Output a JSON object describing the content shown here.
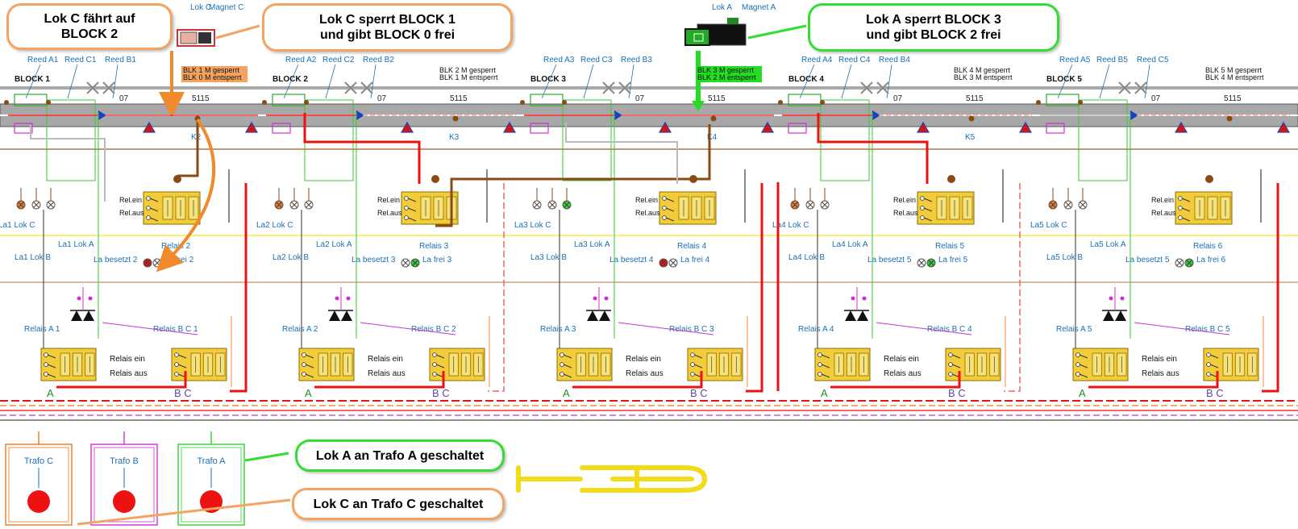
{
  "callouts": {
    "c1": {
      "line1": "Lok C fährt auf",
      "line2": "BLOCK 2"
    },
    "c2": {
      "line1": "Lok C sperrt  BLOCK 1",
      "line2": "und gibt  BLOCK 0 frei"
    },
    "c3": {
      "line1": "Lok A sperrt  BLOCK 3",
      "line2": "und gibt  BLOCK 2 frei"
    },
    "c4": {
      "text": "Lok A an Trafo A geschaltet"
    },
    "c5": {
      "text": "Lok C an Trafo C geschaltet"
    }
  },
  "top_labels": {
    "lok_c": "Lok C",
    "magnet_c": "Magnet C",
    "lok_a": "Lok A",
    "magnet_a": "Magnet A"
  },
  "blocks": [
    {
      "name": "BLOCK 1",
      "reeds": [
        "Reed A1",
        "Reed C1",
        "Reed B1"
      ],
      "status": [
        "BLK 1 M gesperrt",
        "BLK 0 M entsperrt"
      ],
      "status_style": "orange",
      "k": "K2",
      "la_lok": [
        "La1 Lok C",
        "La1 Lok B",
        "La1 Lok A"
      ],
      "relais": "Relais 2",
      "la_besetzt": "La besetzt 2",
      "la_frei": "La frei 2",
      "relais_a": "Relais A 1",
      "relais_bc": "Relais B C 1"
    },
    {
      "name": "BLOCK 2",
      "reeds": [
        "Reed A2",
        "Reed C2",
        "Reed B2"
      ],
      "status": [
        "BLK 2 M gesperrt",
        "BLK 1 M entsperrt"
      ],
      "status_style": "plain",
      "k": "K3",
      "la_lok": [
        "La2 Lok C",
        "La2 Lok B",
        "La2 Lok A"
      ],
      "relais": "Relais 3",
      "la_besetzt": "La besetzt 3",
      "la_frei": "La frei 3",
      "relais_a": "Relais A 2",
      "relais_bc": "Relais B C 2"
    },
    {
      "name": "BLOCK 3",
      "reeds": [
        "Reed A3",
        "Reed C3",
        "Reed B3"
      ],
      "status": [
        "BLK 3 M gesperrt",
        "BLK 2 M entsperrt"
      ],
      "status_style": "green",
      "k": "K4",
      "la_lok": [
        "La3 Lok C",
        "La3 Lok B",
        "La3 Lok A"
      ],
      "relais": "Relais 4",
      "la_besetzt": "La besetzt 4",
      "la_frei": "La frei 4",
      "relais_a": "Relais A 3",
      "relais_bc": "Relais B C 3"
    },
    {
      "name": "BLOCK 4",
      "reeds": [
        "Reed A4",
        "Reed C4",
        "Reed B4"
      ],
      "status": [
        "BLK 4 M gesperrt",
        "BLK 3 M entsperrt"
      ],
      "status_style": "plain",
      "k": "K5",
      "la_lok": [
        "La4 Lok C",
        "La4 Lok B",
        "La4 Lok A"
      ],
      "relais": "Relais 5",
      "la_besetzt": "La besetzt 5",
      "la_frei": "La frei 5",
      "relais_a": "Relais A 4",
      "relais_bc": "Relais B C 4"
    },
    {
      "name": "BLOCK 5",
      "reeds": [
        "Reed A5",
        "Reed B5",
        "Reed C5"
      ],
      "status": [
        "BLK 5 M gesperrt",
        "BLK 4 M entsperrt"
      ],
      "status_style": "plain",
      "k": "",
      "la_lok": [
        "La5 Lok C",
        "La5 Lok B",
        "La5 Lok A"
      ],
      "relais": "Relais 6",
      "la_besetzt": "La besetzt 5",
      "la_frei": "La frei 6",
      "relais_a": "Relais A 5",
      "relais_bc": "Relais B C 5"
    }
  ],
  "track_numbers": [
    "07",
    "5115"
  ],
  "rel_labels": {
    "ein": "Rel.ein",
    "aus": "Rel.aus"
  },
  "relais_text": {
    "ein": "Relais ein",
    "aus": "Relais aus"
  },
  "relay_letters": {
    "a": "A",
    "bc": "B C"
  },
  "trafos": [
    {
      "label": "Trafo C",
      "color": "#e87722"
    },
    {
      "label": "Trafo B",
      "color": "#cc33cc"
    },
    {
      "label": "Trafo A",
      "color": "#33cc33"
    }
  ],
  "colors": {
    "orange_callout": "#f4a460",
    "green_callout": "#33dd33",
    "active_wire": "#ee1111",
    "label_blue": "#1a6fb5",
    "relay_yellow": "#f2cc3a",
    "logo_yellow": "#f2dc1a"
  }
}
